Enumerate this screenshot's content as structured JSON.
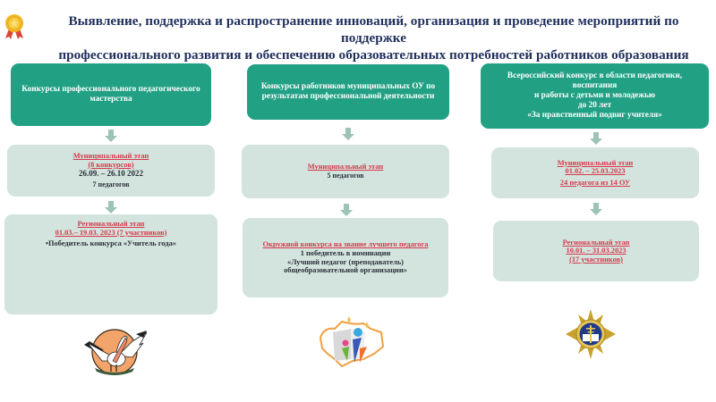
{
  "header": {
    "title_line1": "Выявление, поддержка и распространение инноваций, организация и проведение мероприятий по поддержке",
    "title_line2": "профессионального развития и обеспечению образовательных потребностей работников образования",
    "icon": "medal-icon"
  },
  "colors": {
    "header_box": "#22a084",
    "stage_box": "#d2e4dd",
    "arrow": "#9cc3b5",
    "accent_red": "#d8394c",
    "title": "#1f2f5c"
  },
  "columns": [
    {
      "heading": "Конкурсы профессионального педагогического мастерства",
      "municipal": {
        "title": "Муниципальный этап",
        "subtitle": "(8 конкурсов)",
        "dates": "26.09. – 26.10 2022",
        "count": "7 педагогов"
      },
      "regional": {
        "title": "Региональный этап",
        "dates": "01.03.– 19.03. 2023 (7 участников)",
        "bullet": "•Победитель конкурса «Учитель года»"
      },
      "logo": "pelican-logo"
    },
    {
      "heading": "Конкурсы работников муниципальных ОУ по результатам профессиональной деятельности",
      "municipal": {
        "title": "Муниципальный этап",
        "count": "5 педагогов"
      },
      "district": {
        "title": "Окружной конкурса на звание лучшего педагога",
        "line1": "1 победитель в номинации",
        "line2": "«Лучший педагог (преподаватель) общеобразовательной организации»"
      },
      "logo": "region-map-logo"
    },
    {
      "heading_lines": [
        "Всероссийский конкурс в области педагогики, воспитания",
        "и работы  с детьми и молодежью",
        "до 20 лет",
        "«За нравственный подвиг учителя»"
      ],
      "municipal": {
        "title": "Муниципальный этап",
        "dates": "01.02. – 25.03.2023",
        "count": "24 педагога  из 14 ОУ"
      },
      "regional": {
        "title": "Региональный этап",
        "dates": "10.01. – 31.03.2023",
        "count": "(17 участников)"
      },
      "logo": "orthodox-cross-emblem-logo"
    }
  ]
}
